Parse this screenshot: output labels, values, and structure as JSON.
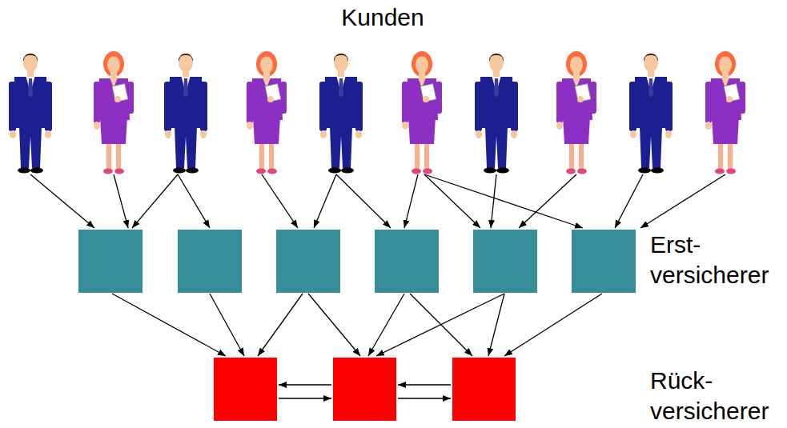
{
  "diagram": {
    "labels": [
      "Kunden",
      "Erst- versicherer",
      "Rück- versicherer"
    ]
  }
}
